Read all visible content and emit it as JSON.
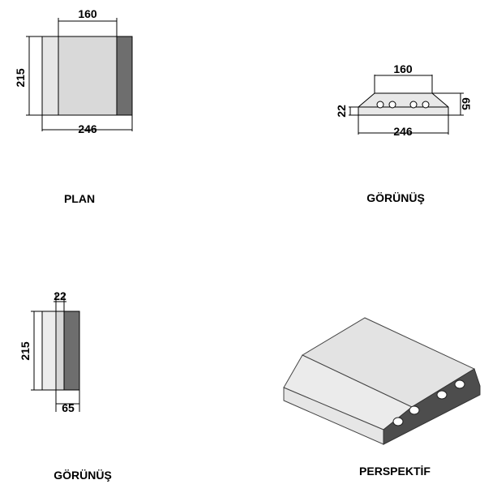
{
  "views": {
    "plan": {
      "caption": "PLAN",
      "top_dim": "160",
      "left_dim": "215",
      "bottom_dim": "246"
    },
    "front": {
      "caption": "GÖRÜNÜŞ",
      "top_dim": "160",
      "left_dim": "22",
      "right_dim": "65",
      "bottom_dim": "246"
    },
    "side": {
      "caption": "GÖRÜNÜŞ",
      "top_dim": "22",
      "left_dim": "215",
      "bottom_dim": "65"
    },
    "perspective": {
      "caption": "PERSPEKTİF"
    }
  },
  "colors": {
    "light_face": "#dcdcdc",
    "mid_face": "#e8e8e8",
    "dark_face": "#6e6e6e",
    "hole": "#ffffff"
  }
}
